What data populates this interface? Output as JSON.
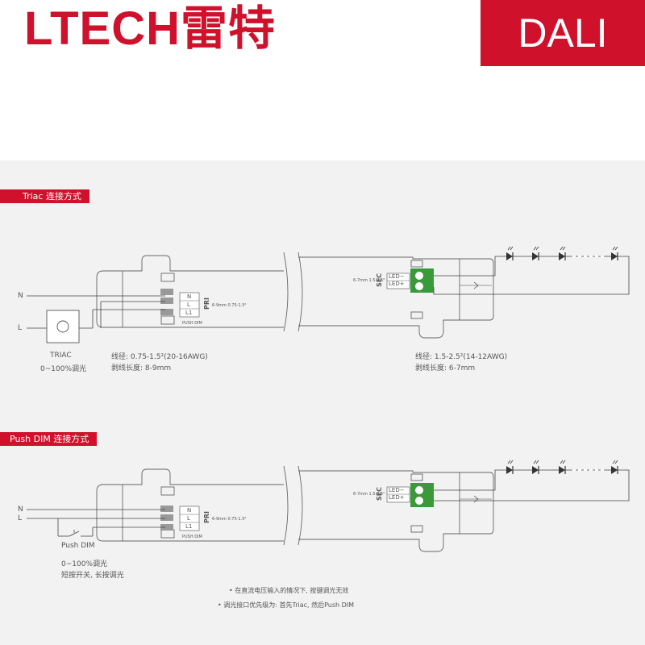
{
  "header": {
    "brand_logo": "LTECH雷特",
    "badge": "DALI",
    "accent_color": "#d0112b"
  },
  "section1": {
    "title": "Triac 连接方式",
    "label_n": "N",
    "label_l": "L",
    "device_label": "TRIAC",
    "device_range": "0~100%调光",
    "terminals": [
      "N",
      "L",
      "L1"
    ],
    "pri": "PRI",
    "pri_spec": "6-9mm 0.75-1.5²",
    "push_dim_small": "PUSH DIM",
    "sec": "SEC",
    "sec_spec": "6-7mm 1.5-2.5²",
    "led_terminals": [
      "LED−",
      "LED+"
    ],
    "input_wire": "线径: 0.75-1.5²(20-16AWG)",
    "input_strip": "剥线长度: 8-9mm",
    "output_wire": "线径: 1.5-2.5²(14-12AWG)",
    "output_strip": "剥线长度: 6-7mm"
  },
  "section2": {
    "title": "Push DIM 连接方式",
    "label_n": "N",
    "label_l": "L",
    "device_label": "Push DIM",
    "device_range": "0~100%调光",
    "device_desc": "短按开关, 长按调光",
    "terminals": [
      "N",
      "L",
      "L1"
    ],
    "pri": "PRI",
    "pri_spec": "6-9mm 0.75-1.5²",
    "push_dim_small": "PUSH DIM",
    "sec": "SEC",
    "sec_spec": "6-7mm 1.5-2.5²",
    "led_terminals": [
      "LED−",
      "LED+"
    ]
  },
  "notes": [
    "• 在直流电压输入的情况下, 按键调光无效",
    "• 调光接口优先级为: 首先Triac, 然后Push DIM"
  ]
}
